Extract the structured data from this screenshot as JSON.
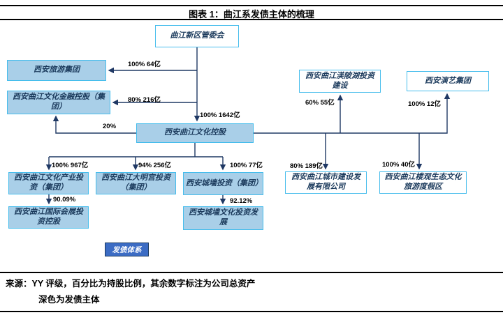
{
  "title": "图表 1：曲江系发债主体的梳理",
  "nodes": {
    "guanweihui": {
      "label": "曲江新区管委会"
    },
    "lvyou": {
      "label": "西安旅游集团"
    },
    "jinrong": {
      "label": "西安曲江文化金融控股（集团）"
    },
    "konggu": {
      "label": "西安曲江文化控股"
    },
    "meibei": {
      "label": "西安曲江渼陂湖投资建设"
    },
    "yanyi": {
      "label": "西安演艺集团"
    },
    "chanye": {
      "label": "西安曲江文化产业投资（集团）"
    },
    "daminggong": {
      "label": "西安曲江大明宫投资（集团）"
    },
    "chengqiang": {
      "label": "西安城墙投资（集团）"
    },
    "chengshi": {
      "label": "西安曲江城市建设发展有限公司"
    },
    "louguan": {
      "label": "西安曲江楼观生态文化旅游度假区"
    },
    "huizhan": {
      "label": "西安曲江国际会展投资控股"
    },
    "chengqiang_wenhua": {
      "label": "西安城墙文化投资发展"
    }
  },
  "edges": {
    "lvyou": "100% 64亿",
    "jinrong": "80% 216亿",
    "konggu": "100% 1642亿",
    "jinrong_minority": "20%",
    "meibei": "60% 55亿",
    "yanyi": "100% 12亿",
    "chanye": "100% 967亿",
    "daminggong": "94% 256亿",
    "chengqiang": "100% 77亿",
    "chengshi": "80% 189亿",
    "louguan": "100% 40亿",
    "huizhan": "90.09%",
    "chengqiang_wenhua": "92.12%"
  },
  "legend": {
    "label": "发债体系"
  },
  "source": {
    "line1": "来源：YY 评级，百分比为持股比例，其余数字标注为公司总资产",
    "line2": "深色为发债主体"
  },
  "colors": {
    "issuer_fill": "#a9cfe8",
    "box_border": "#46bdec",
    "connector": "#1f3864",
    "legend_fill": "#3c6cc4"
  }
}
